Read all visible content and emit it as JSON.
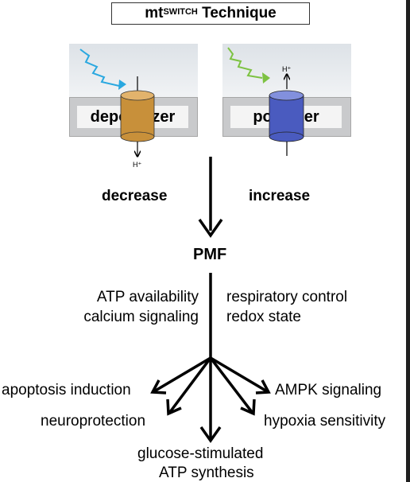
{
  "title": {
    "main": "mt",
    "superscript": "SWITCH",
    "suffix": "Technique"
  },
  "left_panel": {
    "label": "depolarizer",
    "ion": "H⁺",
    "effect": "decrease",
    "color": "#c8903a"
  },
  "right_panel": {
    "label": "polarizer",
    "ion": "H⁺",
    "effect": "increase",
    "color": "#4a5bbf"
  },
  "light_colors": {
    "left": "#2aa8e0",
    "right": "#7dc242"
  },
  "center": "PMF",
  "left_factors": [
    "ATP availability",
    "calcium signaling"
  ],
  "right_factors": [
    "respiratory control",
    "redox state"
  ],
  "outcomes": {
    "far_left": "apoptosis induction",
    "left": "neuroprotection",
    "center_line1": "glucose-stimulated",
    "center_line2": "ATP synthesis",
    "right": "hypoxia sensitivity",
    "far_right": "AMPK signaling"
  }
}
